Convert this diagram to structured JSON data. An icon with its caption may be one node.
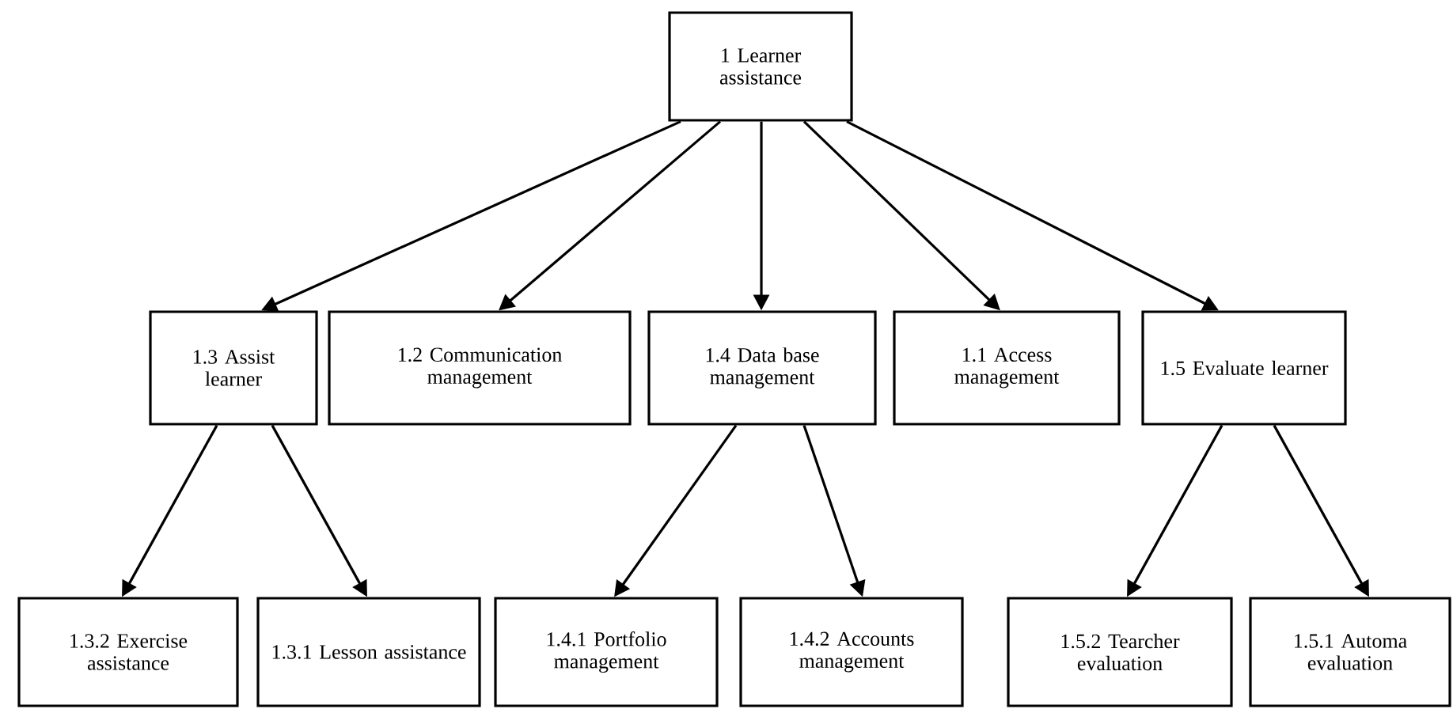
{
  "diagram": {
    "nodes": [
      {
        "text": [
          "1 Learner assistance"
        ]
      },
      {
        "text": [
          "1.3 Assist learner"
        ]
      },
      {
        "text": [
          "1.2 Communication management"
        ]
      },
      {
        "text": [
          "1.4 Data base management"
        ]
      },
      {
        "text": [
          "1.1 Access management"
        ]
      },
      {
        "text": [
          "1.5 Evaluate learner"
        ]
      },
      {
        "text": [
          "1.3.2 Exercise assistance"
        ]
      },
      {
        "text": [
          "1.3.1 Lesson assistance"
        ]
      },
      {
        "text": [
          "1.4.1 Portfolio management"
        ]
      },
      {
        "text": [
          "1.4.2 Accounts management"
        ]
      },
      {
        "text": [
          "1.5.2 Tearcher evaluation"
        ]
      },
      {
        "text": [
          "1.5.1 Automa evaluation"
        ]
      }
    ],
    "edges": [
      {
        "from": 0,
        "to": 1,
        "arrow": "to"
      },
      {
        "from": 0,
        "to": 2,
        "arrow": "to"
      },
      {
        "from": 0,
        "to": 3,
        "arrow": "to"
      },
      {
        "from": 0,
        "to": 4,
        "arrow": "to"
      },
      {
        "from": 0,
        "to": 5,
        "arrow": "to"
      },
      {
        "from": 1,
        "to": 6,
        "arrow": "to"
      },
      {
        "from": 1,
        "to": 7,
        "arrow": "to"
      },
      {
        "from": 3,
        "to": 8,
        "arrow": "to"
      },
      {
        "from": 3,
        "to": 9,
        "arrow": "to"
      },
      {
        "from": 5,
        "to": 10,
        "arrow": "to"
      },
      {
        "from": 5,
        "to": 11,
        "arrow": "to"
      }
    ]
  }
}
